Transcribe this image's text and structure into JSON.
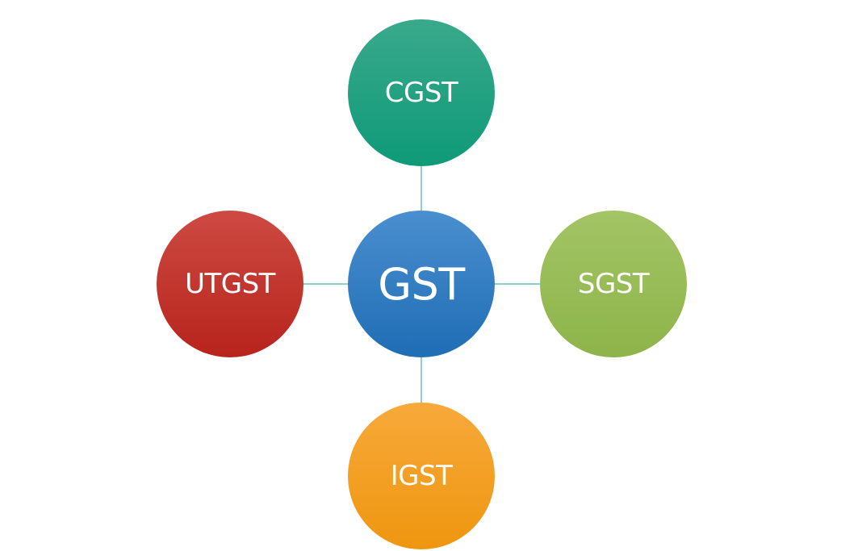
{
  "diagram": {
    "center": {
      "label": "GST",
      "color_top": "#4a8fcf",
      "color_bottom": "#1f6db5"
    },
    "nodes": {
      "top": {
        "label": "CGST",
        "color_top": "#3aa98b",
        "color_bottom": "#0e9a78"
      },
      "left": {
        "label": "UTGST",
        "color_top": "#cd4a42",
        "color_bottom": "#b7241c"
      },
      "right": {
        "label": "SGST",
        "color_top": "#a3c465",
        "color_bottom": "#8db44a"
      },
      "bottom": {
        "label": "IGST",
        "color_top": "#f7a93a",
        "color_bottom": "#ef9610"
      }
    },
    "connector_color": "#8fd0c8"
  }
}
